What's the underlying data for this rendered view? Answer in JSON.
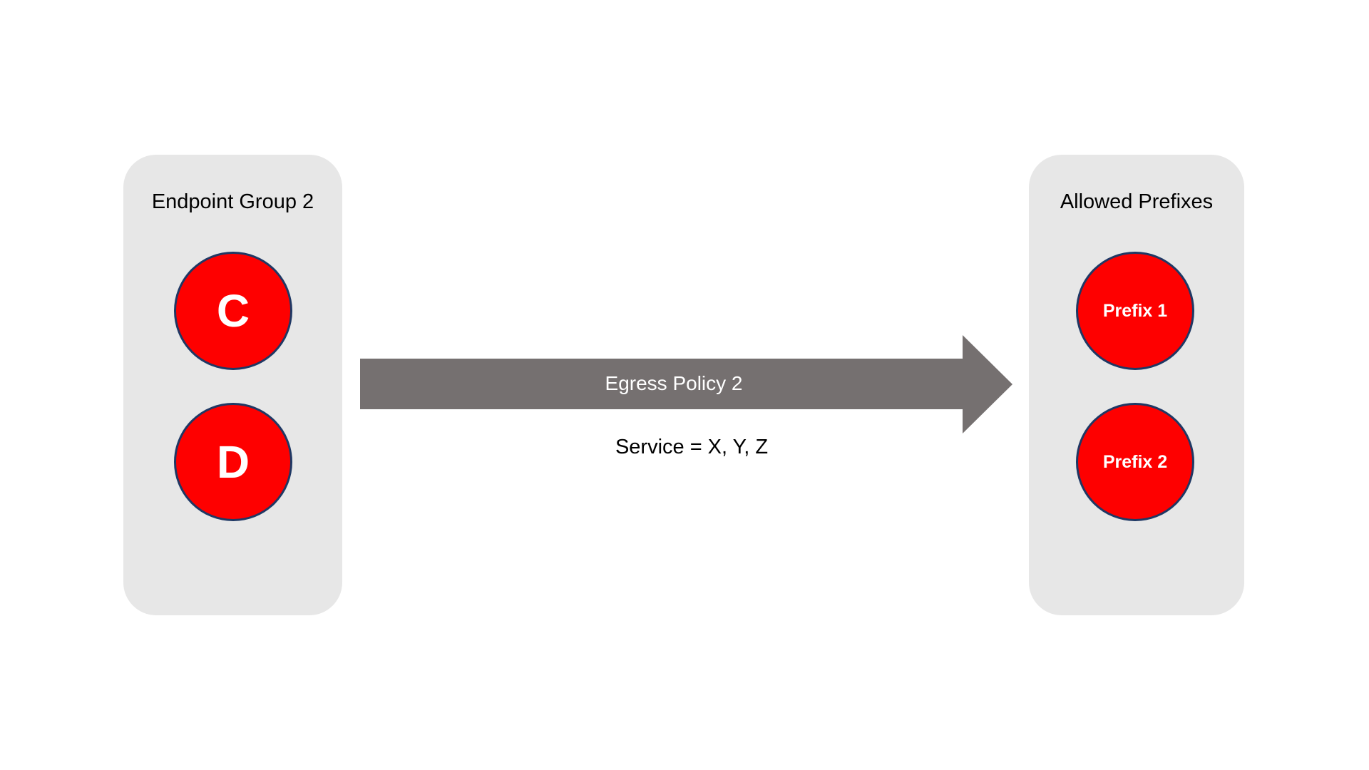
{
  "diagram": {
    "left_group": {
      "title": "Endpoint Group 2",
      "nodes": [
        {
          "label": "C"
        },
        {
          "label": "D"
        }
      ]
    },
    "right_group": {
      "title": "Allowed Prefixes",
      "nodes": [
        {
          "label": "Prefix 1"
        },
        {
          "label": "Prefix 2"
        }
      ]
    },
    "arrow": {
      "label": "Egress Policy 2",
      "sublabel": "Service = X, Y, Z",
      "direction": "left-to-right"
    },
    "colors": {
      "panel_bg": "#e7e7e7",
      "node_fill": "#fe0000",
      "node_border": "#1f3864",
      "arrow_fill": "#757070",
      "arrow_text": "#ffffff",
      "text_color": "#000000"
    }
  }
}
